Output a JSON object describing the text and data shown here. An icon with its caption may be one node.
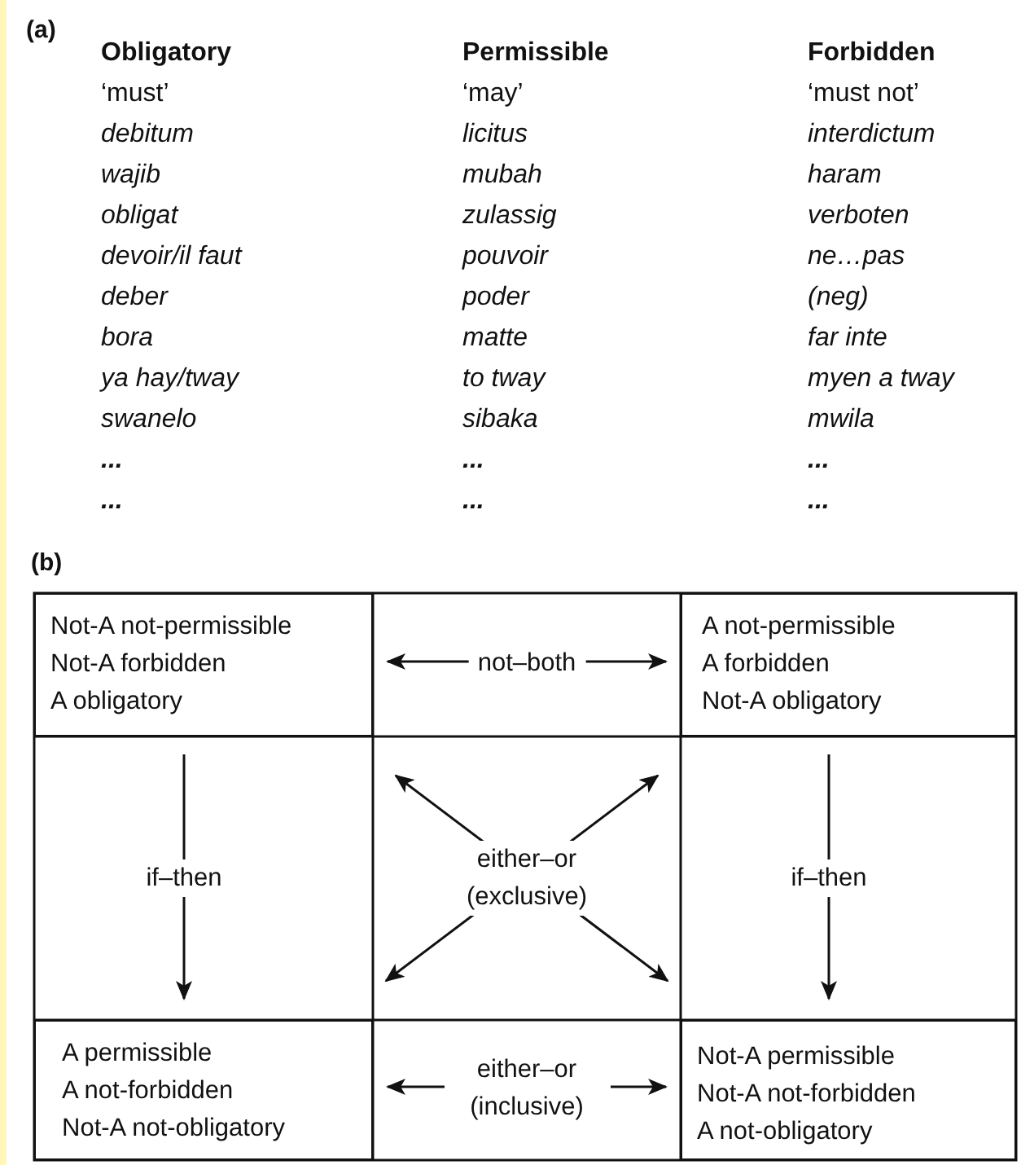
{
  "diagram": {
    "nodes": [
      {
        "text": [
          "Not-A not-permissible",
          "Not-A forbidden",
          "A obligatory"
        ]
      },
      {
        "text": [
          "A not-permissible",
          "A forbidden",
          "Not-A obligatory"
        ]
      },
      {
        "text": [
          "A permissible",
          "A not-forbidden",
          "Not-A not-obligatory"
        ]
      },
      {
        "text": [
          "Not-A permissible",
          "Not-A not-forbidden",
          "A not-obligatory"
        ]
      }
    ],
    "edges": [
      {
        "from": 0,
        "to": 1,
        "arrow": "both",
        "label": "not–both"
      },
      {
        "from": 0,
        "to": 2,
        "arrow": "to",
        "label": "if–then"
      },
      {
        "from": 1,
        "to": 3,
        "arrow": "to",
        "label": "if–then"
      },
      {
        "from": 0,
        "to": 3,
        "arrow": "both"
      },
      {
        "from": 1,
        "to": 2,
        "arrow": "both"
      },
      {
        "from": 2,
        "to": 3,
        "arrow": "both",
        "label": "either–or (inclusive)"
      }
    ],
    "labels": [
      "(a)",
      "Obligatory",
      "Permissible",
      "Forbidden",
      "‘must’",
      "‘may’",
      "‘must not’",
      "debitum",
      "licitus",
      "interdictum",
      "wajib",
      "mubah",
      "haram",
      "obligat",
      "zulassig",
      "verboten",
      "devoir/il faut",
      "pouvoir",
      "ne…pas",
      "deber",
      "poder",
      "(neg)",
      "bora",
      "matte",
      "far inte",
      "ya hay/tway",
      "to tway",
      "myen a tway",
      "swanelo",
      "sibaka",
      "mwila",
      "...",
      "...",
      "...",
      "...",
      "...",
      "...",
      "(b)",
      "either–or (exclusive)"
    ]
  }
}
